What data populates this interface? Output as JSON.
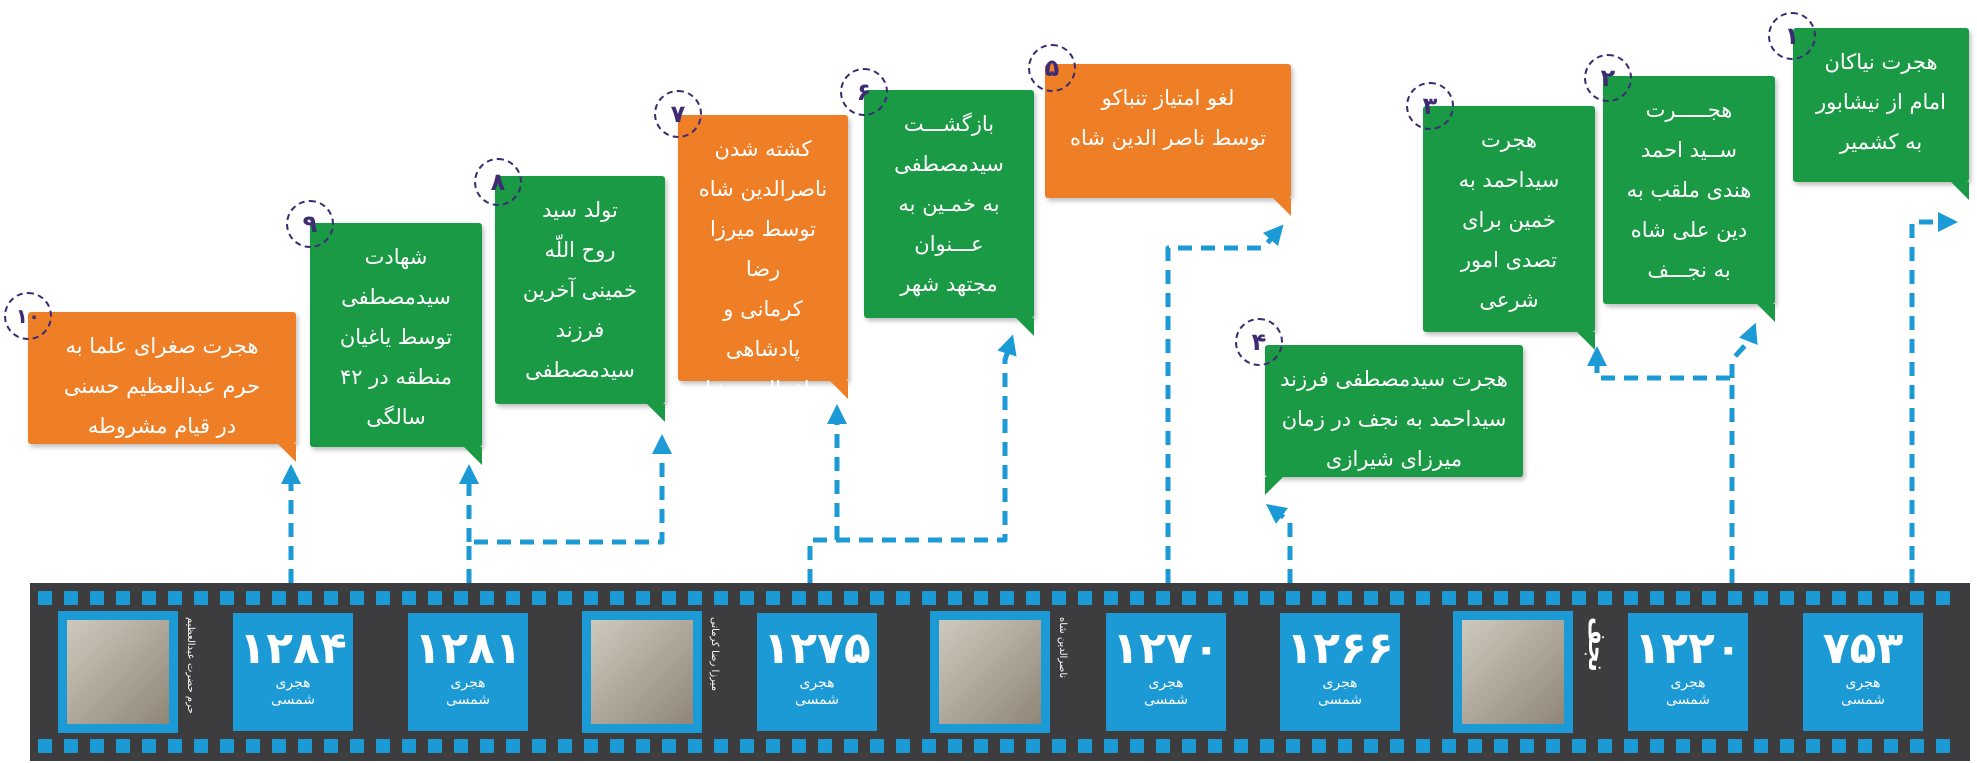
{
  "events": [
    {
      "num": "۱",
      "text": "هجرت نیاکان\nامام از نیشابور\nبه کشمیر",
      "color": "green"
    },
    {
      "num": "۲",
      "text": "هجـــــرت\nســید احمد\nهندی ملقب به\nدین علی شاه\nبه نجـــف",
      "color": "green"
    },
    {
      "num": "۳",
      "text": "هجرت\nسیداحمد به\nخمین برای\nتصدی امور\nشرعی",
      "color": "green"
    },
    {
      "num": "۴",
      "text": "هجرت سیدمصطفی فرزند\nسیداحمد به نجف در زمان\nمیرزای شیرازی",
      "color": "green"
    },
    {
      "num": "۵",
      "text": "لغو امتیاز تنباکو\nتوسط ناصر الدین شاه",
      "color": "orange"
    },
    {
      "num": "۶",
      "text": "بازگشـــت\nسیدمصطفی\nبه خمـین به\nعـــنوان\nمجتهد شهر",
      "color": "green"
    },
    {
      "num": "۷",
      "text": "کشته شدن\nناصرالدین شاه\nتوسط میرزا رضا\nکرمانی و\nپادشاهی\nمظفرالدین شاه",
      "color": "orange"
    },
    {
      "num": "۸",
      "text": "تولد سید\nروح اللّه\nخمینی آخرین\nفرزند\nسیدمصطفی",
      "color": "green"
    },
    {
      "num": "۹",
      "text": "شهادت\nسیدمصطفی\nتوسط یاغیان\nمنطقه در ۴۲\nسالگی",
      "color": "green"
    },
    {
      "num": "۱۰",
      "text": "هجرت صغرای علما به\nحرم عبدالعظیم حسنی\nدر قیام مشروطه",
      "color": "orange"
    }
  ],
  "film": {
    "unit_line1": "هجری",
    "unit_line2": "شمسی",
    "years": [
      "۷۵۳",
      "۱۲۲۰",
      "۱۲۶۶",
      "۱۲۷۰",
      "۱۲۷۵",
      "۱۲۸۱",
      "۱۲۸۴"
    ],
    "photo_captions": [
      "نجف",
      "ناصرالدین شاه",
      "میرزا رضا کرمانی",
      "حرم حضرت عبدالعظیم"
    ]
  },
  "colors": {
    "green": "#1b9a45",
    "orange": "#ef7f27",
    "blue": "#1c9ad6",
    "badge": "#3d2b73",
    "film": "#3d3d3f"
  }
}
